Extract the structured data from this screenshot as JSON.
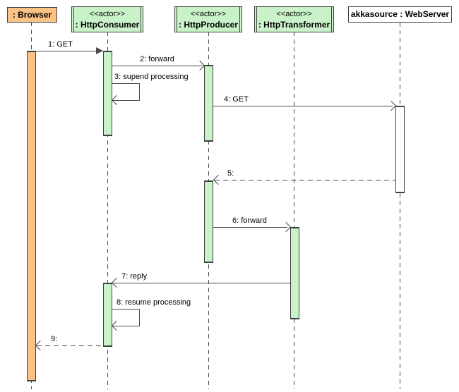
{
  "diagram": {
    "kind": "uml-sequence-diagram"
  },
  "colors": {
    "fill_orange": "#FBC283",
    "fill_green": "#C9F2C9",
    "fill_white": "#FFFFFF",
    "border": "#3F3F3F",
    "line": "#4A4A4A",
    "text": "#000000"
  },
  "participants": [
    {
      "stereotype": "",
      "name": ": Browser"
    },
    {
      "stereotype": "<<actor>>",
      "name": ": HttpConsumer"
    },
    {
      "stereotype": "<<actor>>",
      "name": ": HttpProducer"
    },
    {
      "stereotype": "<<actor>>",
      "name": ": HttpTransformer"
    },
    {
      "stereotype": "",
      "name": "akkasource : WebServer"
    }
  ],
  "messages": [
    {
      "label": "1: GET"
    },
    {
      "label": "2: forward"
    },
    {
      "label": "3: supend processing"
    },
    {
      "label": "4: GET"
    },
    {
      "label": "5:"
    },
    {
      "label": "6: forward"
    },
    {
      "label": "7: reply"
    },
    {
      "label": "8: resume processing"
    },
    {
      "label": "9:"
    }
  ]
}
